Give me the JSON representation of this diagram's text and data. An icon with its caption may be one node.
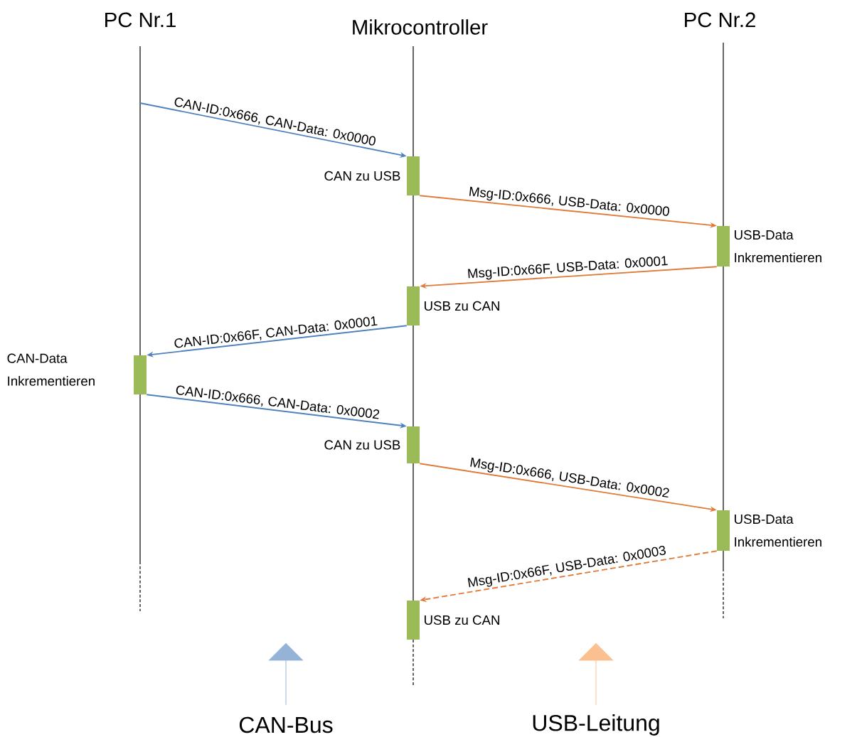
{
  "diagram": {
    "nodes": [
      {
        "text": [
          "PC Nr.1"
        ]
      },
      {
        "text": [
          "Mikrocontroller"
        ]
      },
      {
        "text": [
          "PC Nr.2"
        ]
      },
      {
        "text": [],
        "shape": "bar",
        "beside": [
          "CAN zu USB"
        ]
      },
      {
        "text": [],
        "shape": "bar",
        "beside": [
          "USB-Data Inkrementieren"
        ]
      },
      {
        "text": [],
        "shape": "bar",
        "beside": [
          "USB zu CAN"
        ]
      },
      {
        "text": [],
        "shape": "bar",
        "beside": [
          "CAN-Data Inkrementieren"
        ]
      },
      {
        "text": [],
        "shape": "bar",
        "beside": [
          "CAN zu USB"
        ]
      },
      {
        "text": [],
        "shape": "bar",
        "beside": [
          "USB-Data Inkrementieren"
        ]
      },
      {
        "text": [],
        "shape": "bar",
        "beside": [
          "USB zu CAN"
        ]
      }
    ],
    "edges": [
      {
        "from": null,
        "to": 3,
        "arrow": "to",
        "label": "CAN-ID:0x666, CAN-Data: 0x0000",
        "color": "#4f81bd"
      },
      {
        "from": 3,
        "to": 4,
        "arrow": "to",
        "label": "Msg-ID:0x666, USB-Data: 0x0000"
      },
      {
        "from": 4,
        "to": 5,
        "arrow": "to",
        "label": "Msg-ID:0x66F, USB-Data: 0x0001"
      },
      {
        "from": 5,
        "to": 6,
        "arrow": "to",
        "label": "CAN-ID:0x66F, CAN-Data: 0x0001",
        "color": "#4f81bd"
      },
      {
        "from": 6,
        "to": 7,
        "arrow": "to",
        "label": "CAN-ID:0x666, CAN-Data: 0x0002",
        "color": "#4f81bd"
      },
      {
        "from": 7,
        "to": 8,
        "arrow": "to",
        "label": "Msg-ID:0x666, USB-Data: 0x0002"
      },
      {
        "from": 8,
        "to": 9,
        "arrow": "to",
        "label": "Msg-ID:0x66F, USB-Data: 0x0003",
        "style": "dashed"
      }
    ],
    "legend": [
      {
        "text": "CAN-Bus",
        "color": "#95b3d7"
      },
      {
        "text": "USB-Leitung",
        "color": "#fac090"
      }
    ]
  }
}
